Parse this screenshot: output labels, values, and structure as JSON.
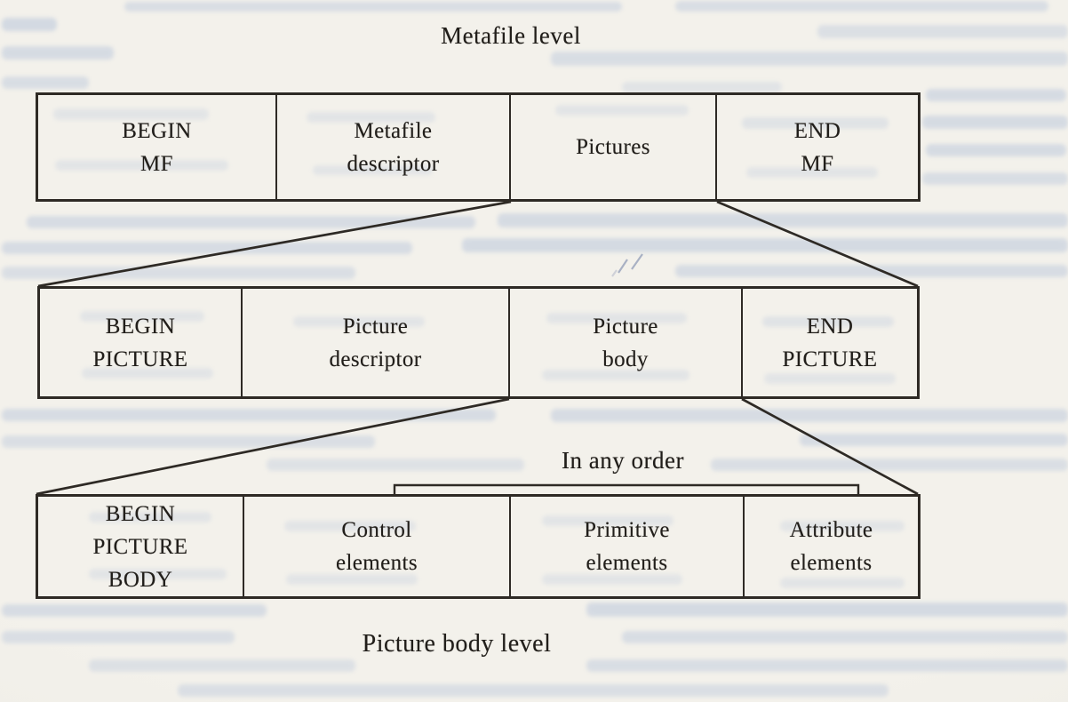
{
  "figure": {
    "title": "Metafile level",
    "caption": "Picture body level",
    "annotation": "In any order",
    "colors": {
      "ink": "#2e2a25",
      "paper": "#f1efe9",
      "bleed_through": "#b9c6db"
    },
    "levels": [
      {
        "id": "metafile-level",
        "cells": [
          "BEGIN\nMF",
          "Metafile\ndescriptor",
          "Pictures",
          "END\nMF"
        ]
      },
      {
        "id": "picture-level",
        "cells": [
          "BEGIN\nPICTURE",
          "Picture\ndescriptor",
          "Picture\nbody",
          "END\nPICTURE"
        ]
      },
      {
        "id": "picture-body-level",
        "cells": [
          "BEGIN\nPICTURE\nBODY",
          "Control\nelements",
          "Primitive\nelements",
          "Attribute\nelements"
        ]
      }
    ]
  }
}
